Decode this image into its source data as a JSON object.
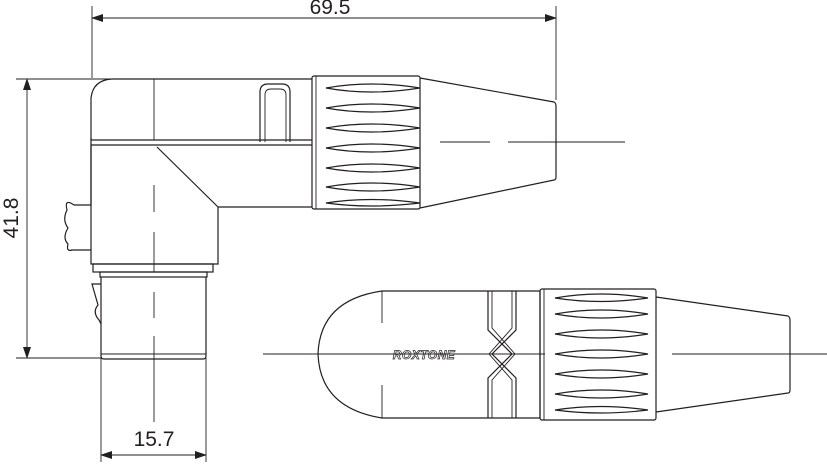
{
  "dimensions": {
    "overall_length": "69.5",
    "overall_height": "41.8",
    "body_width": "15.7"
  },
  "brand": {
    "logo_text": "ROXTONE"
  },
  "colors": {
    "line": "#231f20",
    "background": "#ffffff"
  }
}
